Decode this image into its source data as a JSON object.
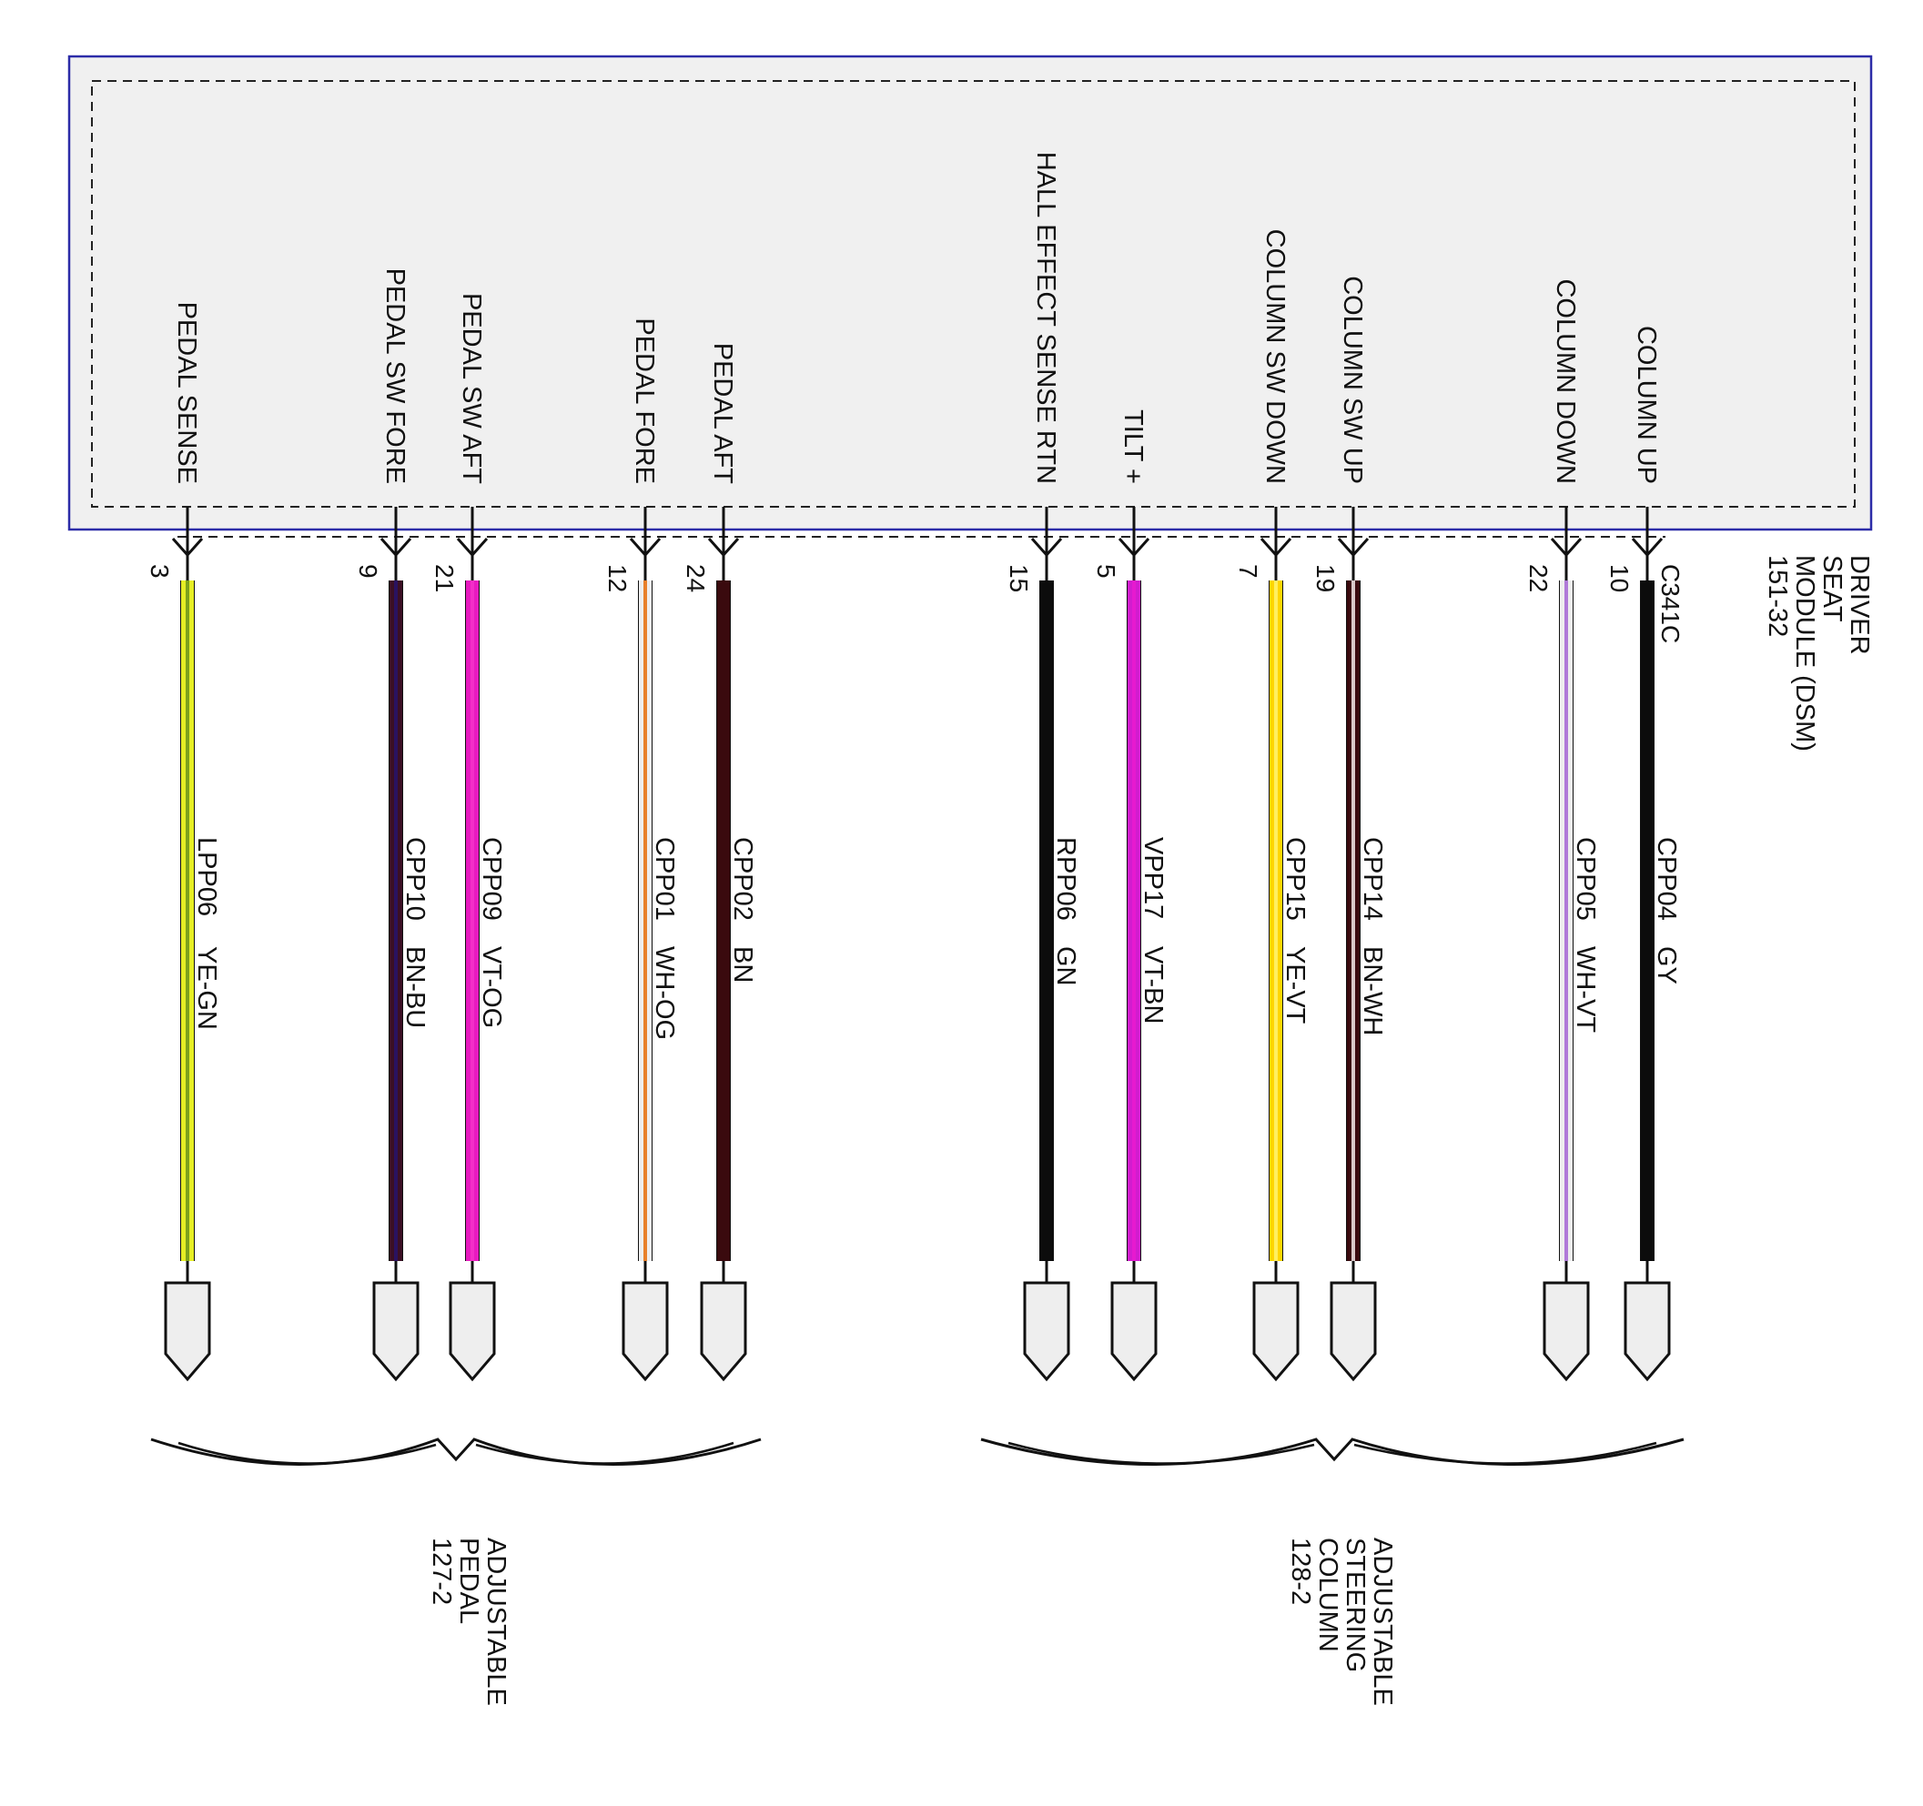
{
  "module": {
    "lines": [
      "DRIVER",
      "SEAT",
      "MODULE (DSM)",
      "151-32"
    ],
    "connector": "C341C",
    "frame_color": "#2c2ca8",
    "fill_color": "#f0f0f0"
  },
  "wires": [
    {
      "signal": "PEDAL SENSE",
      "pin": "3",
      "circuit": "LPP06",
      "color": "YE-GN",
      "stripes": [
        "#e6ee25",
        "#7da21c",
        "#e6ee25"
      ]
    },
    {
      "signal": "PEDAL SW FORE",
      "pin": "9",
      "circuit": "CPP10",
      "color": "BN-BU",
      "stripes": [
        "#3b0f24",
        "#2a1260",
        "#3b0f24"
      ]
    },
    {
      "signal": "PEDAL SW AFT",
      "pin": "21",
      "circuit": "CPP09",
      "color": "VT-OG",
      "stripes": [
        "#e81ac0",
        "#f22fc8",
        "#e81ac0"
      ]
    },
    {
      "signal": "PEDAL FORE",
      "pin": "12",
      "circuit": "CPP01",
      "color": "WH-OG",
      "stripes": [
        "#eeeeee",
        "#e8802a",
        "#eeeeee"
      ]
    },
    {
      "signal": "PEDAL AFT",
      "pin": "24",
      "circuit": "CPP02",
      "color": "BN",
      "stripes": [
        "#3a0a0e",
        "#3a0a0e",
        "#3a0a0e"
      ]
    },
    {
      "signal": "HALL EFFECT SENSE RTN",
      "pin": "15",
      "circuit": "RPP06",
      "color": "GN",
      "stripes": [
        "#0c0c0c",
        "#0c0c0c",
        "#0c0c0c"
      ]
    },
    {
      "signal": "TILT +",
      "pin": "5",
      "circuit": "VPP17",
      "color": "VT-BN",
      "stripes": [
        "#d21ccf",
        "#e61ad0",
        "#d21ccf"
      ]
    },
    {
      "signal": "COLUMN SW DOWN",
      "pin": "7",
      "circuit": "CPP15",
      "color": "YE-VT",
      "stripes": [
        "#ffd600",
        "#fff060",
        "#ffd600"
      ]
    },
    {
      "signal": "COLUMN SW UP",
      "pin": "19",
      "circuit": "CPP14",
      "color": "BN-WH",
      "stripes": [
        "#3a0a0e",
        "#d8c8c8",
        "#3a0a0e"
      ]
    },
    {
      "signal": "COLUMN DOWN",
      "pin": "22",
      "circuit": "CPP05",
      "color": "WH-VT",
      "stripes": [
        "#eeeeee",
        "#b07ad8",
        "#eeeeee"
      ]
    },
    {
      "signal": "COLUMN UP",
      "pin": "10",
      "circuit": "CPP04",
      "color": "GY",
      "stripes": [
        "#0c0c0c",
        "#0c0c0c",
        "#0c0c0c"
      ]
    }
  ],
  "components": [
    {
      "lines": [
        "ADJUSTABLE",
        "PEDAL",
        "127-2"
      ]
    },
    {
      "lines": [
        "ADJUSTABLE",
        "STEERING",
        "COLUMN",
        "128-2"
      ]
    }
  ]
}
